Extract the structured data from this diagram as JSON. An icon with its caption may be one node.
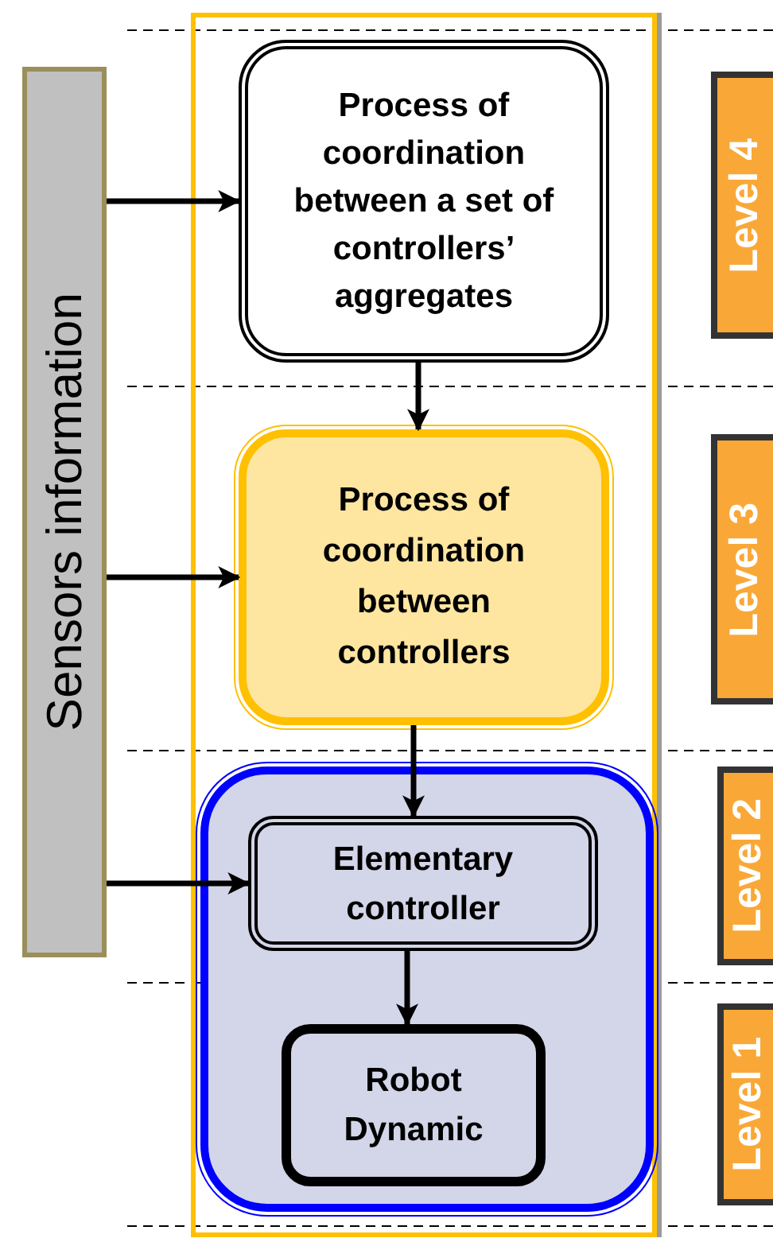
{
  "diagram": {
    "nodes": [
      {
        "text": [
          "Sensors information"
        ]
      },
      {
        "text": [],
        "shape": "box"
      },
      {
        "text": [
          "Process of coordination between a set of controllers’ aggregates"
        ],
        "in": 1
      },
      {
        "text": [
          "Process of coordination between controllers"
        ],
        "in": 1
      },
      {
        "text": [],
        "shape": "box",
        "in": 1
      },
      {
        "text": [
          "Elementary controller"
        ],
        "in": 4
      },
      {
        "text": [
          "Robot Dynamic"
        ],
        "in": 4
      },
      {
        "text": [
          "Level 4"
        ]
      },
      {
        "text": [
          "Level 3"
        ]
      },
      {
        "text": [
          "Level 2"
        ]
      },
      {
        "text": [
          "Level 1"
        ]
      }
    ],
    "edges": [
      {
        "from": 0,
        "to": 2,
        "arrow": "to"
      },
      {
        "from": 0,
        "to": 3,
        "arrow": "to"
      },
      {
        "from": 0,
        "to": 5,
        "arrow": "to"
      },
      {
        "from": 2,
        "to": 3,
        "arrow": "to"
      },
      {
        "from": 3,
        "to": 5,
        "arrow": "to"
      },
      {
        "from": 5,
        "to": 6,
        "arrow": "to"
      }
    ]
  }
}
